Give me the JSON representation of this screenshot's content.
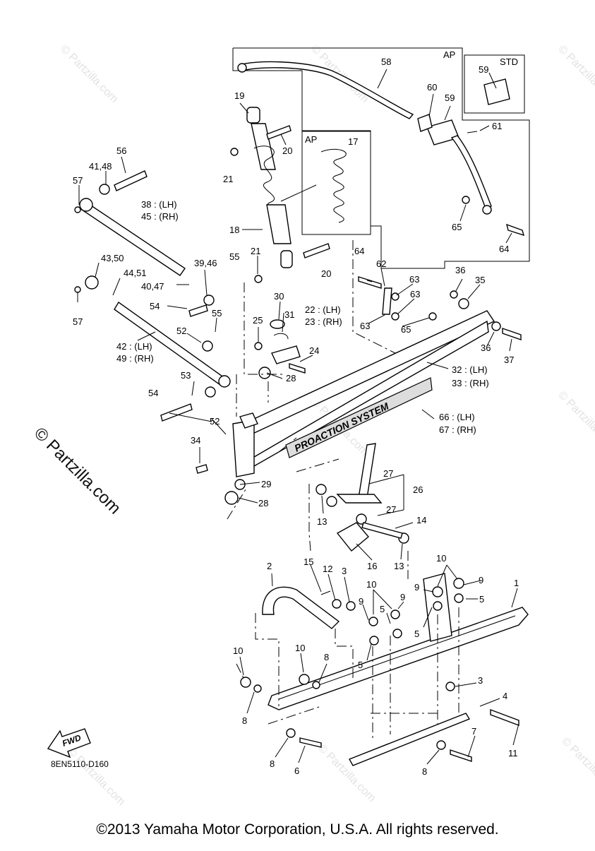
{
  "diagram": {
    "labels": {
      "l1": "1",
      "l2": "2",
      "l3a": "3",
      "l3b": "3",
      "l4": "4",
      "l5a": "5",
      "l5b": "5",
      "l5c": "5",
      "l5d": "5",
      "l5e": "5",
      "l6": "6",
      "l7": "7",
      "l8a": "8",
      "l8b": "8",
      "l8c": "8",
      "l8d": "8",
      "l9a": "9",
      "l9b": "9",
      "l9c": "9",
      "l9d": "9",
      "l10a": "10",
      "l10b": "10",
      "l10c": "10",
      "l10d": "10",
      "l11": "11",
      "l12": "12",
      "l13a": "13",
      "l13b": "13",
      "l14": "14",
      "l15": "15",
      "l16": "16",
      "l17": "17",
      "l18": "18",
      "l19": "19",
      "l20a": "20",
      "l20b": "20",
      "l21a": "21",
      "l21b": "21",
      "l22": "22 : (LH)",
      "l23": "23 : (RH)",
      "l24": "24",
      "l25": "25",
      "l26": "26",
      "l27a": "27",
      "l27b": "27",
      "l28a": "28",
      "l28b": "28",
      "l29": "29",
      "l30": "30",
      "l31": "31",
      "l32": "32 : (LH)",
      "l33": "33 : (RH)",
      "l34": "34",
      "l35": "35",
      "l36a": "36",
      "l36b": "36",
      "l37": "37",
      "l38": "38 : (LH)",
      "l45": "45 : (RH)",
      "l3946": "39,46",
      "l4047": "40,47",
      "l4148": "41,48",
      "l42": "42 : (LH)",
      "l49": "49 : (RH)",
      "l4350": "43,50",
      "l4451": "44,51",
      "l52a": "52",
      "l52b": "52",
      "l53": "53",
      "l54a": "54",
      "l54b": "54",
      "l55a": "55",
      "l55b": "55",
      "l56": "56",
      "l57a": "57",
      "l57b": "57",
      "l58": "58",
      "l59a": "59",
      "l59b": "59",
      "l60": "60",
      "l61": "61",
      "l62": "62",
      "l63a": "63",
      "l63b": "63",
      "l64a": "64",
      "l64b": "64",
      "l65a": "65",
      "l65b": "65",
      "l66": "66 : (LH)",
      "l67": "67 : (RH)",
      "ap1": "AP",
      "ap2": "AP",
      "std": "STD"
    },
    "ski_text": "PROACTION SYSTEM",
    "fwd": "FWD",
    "diagram_code": "8EN5110-D160",
    "watermark": "© Partzilla.com",
    "watermark_small": "© Partzilla.com",
    "copyright": "©2013 Yamaha Motor Corporation, U.S.A. All rights reserved."
  }
}
